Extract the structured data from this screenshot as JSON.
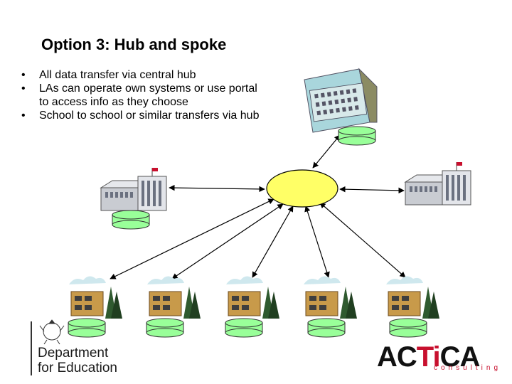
{
  "slide": {
    "title": "Option 3: Hub and spoke",
    "bullets": [
      "All data transfer via central hub",
      "LAs can operate own systems or use portal to access info as they choose",
      "School to school or similar transfers via hub"
    ],
    "bullet_glyph": "•"
  },
  "diagram": {
    "hub_color": "#ffff66",
    "database_color": "#99ff99",
    "nodes": {
      "central_building_icon": "government-building-icon",
      "la_building_icon": "la-office-building-icon",
      "school_icon": "school-with-trees-icon"
    }
  },
  "logos": {
    "dfe_line1": "Department",
    "dfe_line2": "for Education",
    "actica_main_left": "AC",
    "actica_main_mid": "Ti",
    "actica_main_right": "CA",
    "actica_sub": "consulting",
    "actica_accent": "#c8102e"
  }
}
